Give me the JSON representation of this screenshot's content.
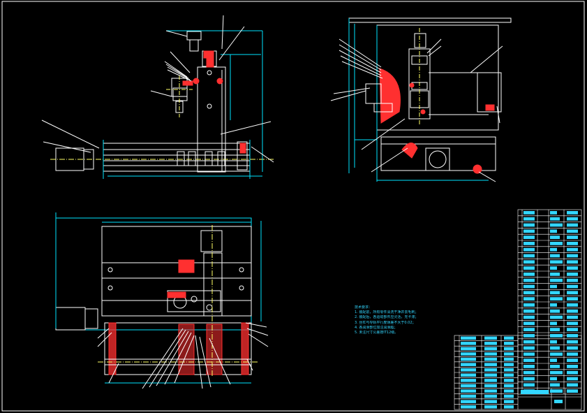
{
  "drawing": {
    "title": "",
    "colors": {
      "background": "#000000",
      "outline": "#ffffff",
      "dimension": "#00e5ff",
      "leader": "#ffffff",
      "section": "#ff3030",
      "center": "#ffff66",
      "title_block": "#ffffff",
      "title_text": "#33d6ff"
    },
    "views": [
      "front-view",
      "side-view",
      "top-view"
    ],
    "notes": {
      "heading": "技术要求：",
      "lines": [
        "1. 装配前，所有零件清洗干净并去毛刺；",
        "2. 装配后，各运动部件应灵活，无卡滞；",
        "3. 丝杠与导轨平行度误差不大于0.02；",
        "4. 各润滑部位加注润滑脂；",
        "5. 未注尺寸公差按IT12级。"
      ]
    },
    "parts_list": {
      "upper_rows": 30,
      "lower_rows": 14
    }
  }
}
